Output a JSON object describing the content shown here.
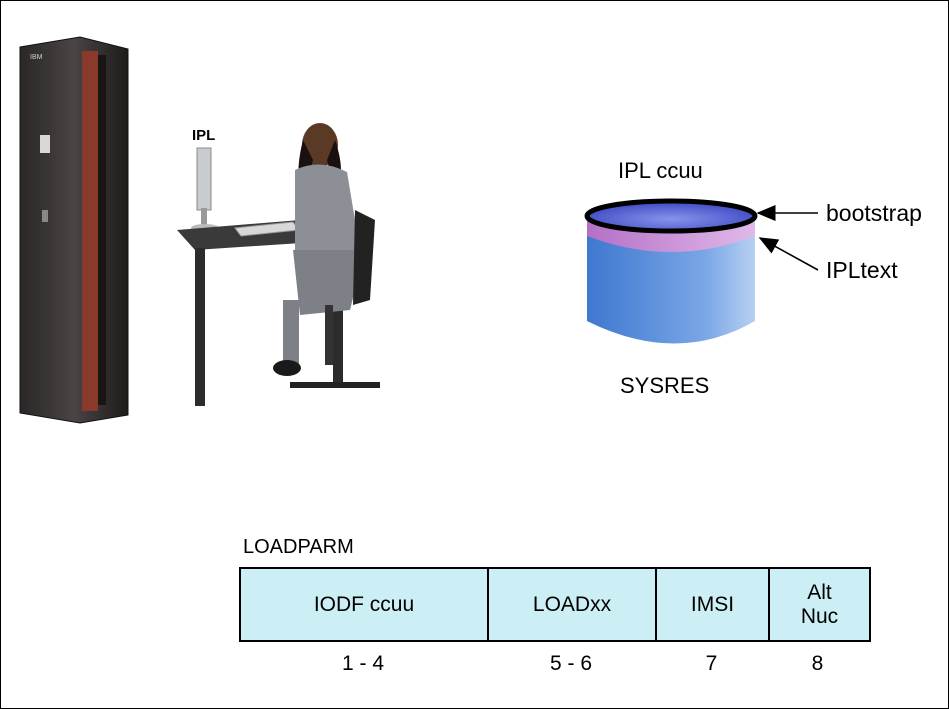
{
  "computer_label": "IPL",
  "disk": {
    "top_label": "IPL ccuu",
    "bottom_label": "SYSRES",
    "callouts": [
      "bootstrap",
      "IPLtext"
    ]
  },
  "mainframe": {
    "badge": "IBM"
  },
  "loadparm": {
    "title": "LOADPARM",
    "fields": [
      {
        "label": "IODF ccuu",
        "positions": "1 - 4"
      },
      {
        "label": "LOADxx",
        "positions": "5 - 6"
      },
      {
        "label": "IMSI",
        "positions": "7"
      },
      {
        "label": "Alt\nNuc",
        "positions": "8"
      }
    ]
  },
  "colors": {
    "field_fill": "#cceef5",
    "disk_body": "#5b8fd8",
    "disk_band": "#c98fd6",
    "disk_top": "#5a67d6"
  }
}
